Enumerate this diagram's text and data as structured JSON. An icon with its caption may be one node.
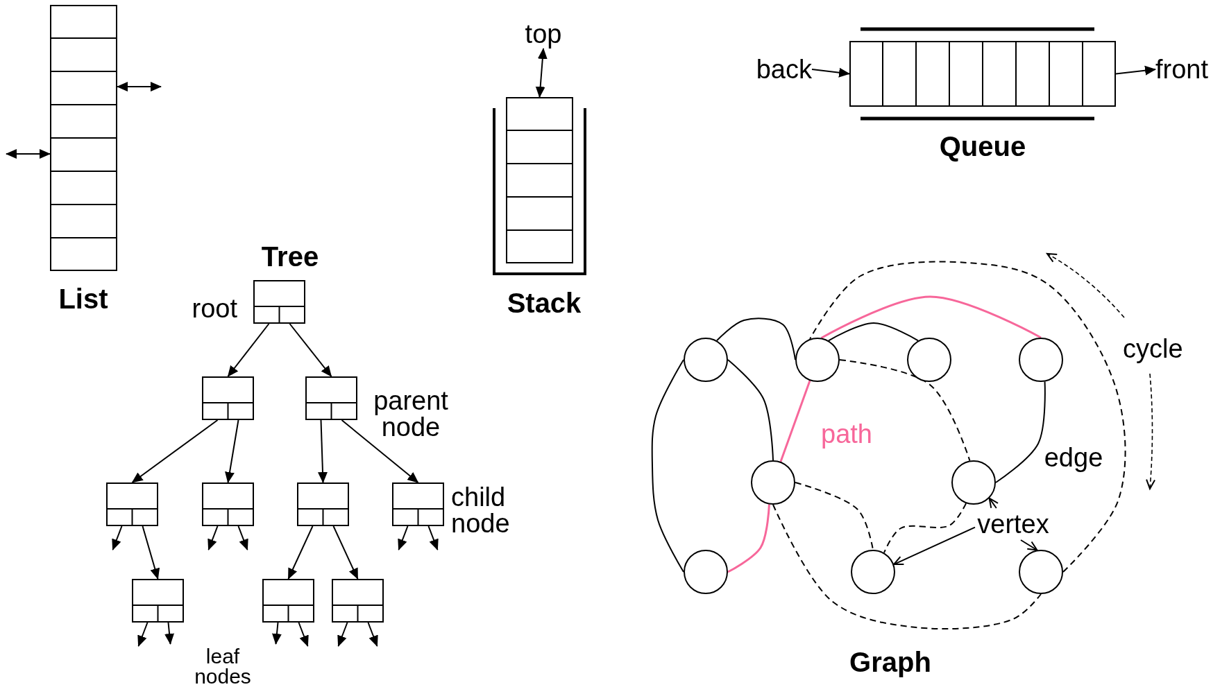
{
  "diagram": {
    "nodes": [
      {
        "text": [
          "List"
        ]
      },
      {
        "text": [
          "top"
        ]
      },
      {
        "text": [
          "Stack"
        ]
      },
      {
        "text": [
          "back"
        ]
      },
      {
        "text": [
          "Queue"
        ]
      },
      {
        "text": [
          "front"
        ]
      },
      {
        "text": [],
        "shape": "box",
        "beside": [
          "root"
        ]
      },
      {
        "text": [],
        "shape": "box"
      },
      {
        "text": [],
        "shape": "box",
        "beside": [
          "parent node"
        ]
      },
      {
        "text": [],
        "shape": "box"
      },
      {
        "text": [],
        "shape": "box"
      },
      {
        "text": [],
        "shape": "box"
      },
      {
        "text": [],
        "shape": "box",
        "beside": [
          "child node"
        ]
      },
      {
        "text": [],
        "shape": "box"
      },
      {
        "text": [],
        "shape": "box"
      },
      {
        "text": [],
        "shape": "box"
      },
      {
        "text": [],
        "shape": "circle"
      },
      {
        "text": [],
        "shape": "circle"
      },
      {
        "text": [],
        "shape": "circle"
      },
      {
        "text": [],
        "shape": "circle"
      },
      {
        "text": [],
        "shape": "circle"
      },
      {
        "text": [],
        "shape": "circle"
      },
      {
        "text": [],
        "shape": "circle"
      },
      {
        "text": [],
        "shape": "circle"
      },
      {
        "text": [],
        "shape": "circle"
      },
      {
        "text": [
          "vertex"
        ]
      }
    ],
    "edges": [
      {
        "from": 0,
        "to": null,
        "arrow": "both"
      },
      {
        "from": null,
        "to": 0,
        "arrow": "both"
      },
      {
        "from": 1,
        "to": 2,
        "arrow": "both"
      },
      {
        "from": 3,
        "to": 4,
        "arrow": "to"
      },
      {
        "from": 4,
        "to": 5,
        "arrow": "to"
      },
      {
        "from": 6,
        "to": 7,
        "arrow": "to"
      },
      {
        "from": 6,
        "to": 8,
        "arrow": "to"
      },
      {
        "from": 7,
        "to": 9,
        "arrow": "to"
      },
      {
        "from": 7,
        "to": 10,
        "arrow": "to"
      },
      {
        "from": 8,
        "to": 11,
        "arrow": "to"
      },
      {
        "from": 8,
        "to": 12,
        "arrow": "to"
      },
      {
        "from": 9,
        "to": 13,
        "arrow": "to"
      },
      {
        "from": 11,
        "to": 14,
        "arrow": "to"
      },
      {
        "from": 11,
        "to": 15,
        "arrow": "to"
      },
      {
        "from": 9,
        "to": null,
        "arrow": "to"
      },
      {
        "from": 10,
        "to": null,
        "arrow": "to"
      },
      {
        "from": 10,
        "to": null,
        "arrow": "to"
      },
      {
        "from": 12,
        "to": null,
        "arrow": "to"
      },
      {
        "from": 12,
        "to": null,
        "arrow": "to"
      },
      {
        "from": 13,
        "to": null,
        "arrow": "to"
      },
      {
        "from": 13,
        "to": null,
        "arrow": "to"
      },
      {
        "from": 14,
        "to": null,
        "arrow": "to"
      },
      {
        "from": 14,
        "to": null,
        "arrow": "to"
      },
      {
        "from": 15,
        "to": null,
        "arrow": "to"
      },
      {
        "from": 15,
        "to": null,
        "arrow": "to"
      },
      {
        "from": 16,
        "to": 17,
        "arrow": "none"
      },
      {
        "from": 17,
        "to": 18,
        "arrow": "none"
      },
      {
        "from": 16,
        "to": 22,
        "arrow": "none"
      },
      {
        "from": 16,
        "to": 20,
        "arrow": "none"
      },
      {
        "from": 19,
        "to": 21,
        "arrow": "none",
        "label": "edge"
      },
      {
        "from": 17,
        "to": 19,
        "arrow": "none",
        "color": "#f7679a"
      },
      {
        "from": 17,
        "to": 20,
        "arrow": "none",
        "color": "#f7679a",
        "label": "path"
      },
      {
        "from": 20,
        "to": 22,
        "arrow": "none",
        "color": "#f7679a"
      },
      {
        "from": 17,
        "to": 21,
        "arrow": "none",
        "style": "dashed"
      },
      {
        "from": 20,
        "to": 23,
        "arrow": "none",
        "style": "dashed"
      },
      {
        "from": 21,
        "to": 23,
        "arrow": "none",
        "style": "dashed"
      },
      {
        "from": 20,
        "to": 24,
        "arrow": "none",
        "style": "dashed"
      },
      {
        "from": 24,
        "to": 17,
        "arrow": "none",
        "style": "dashed"
      },
      {
        "from": 25,
        "to": 21,
        "arrow": "to"
      },
      {
        "from": 25,
        "to": 23,
        "arrow": "to"
      },
      {
        "from": 25,
        "to": 24,
        "arrow": "to"
      }
    ],
    "labels": [
      "Tree",
      "leaf nodes",
      "cycle",
      "Graph"
    ]
  }
}
